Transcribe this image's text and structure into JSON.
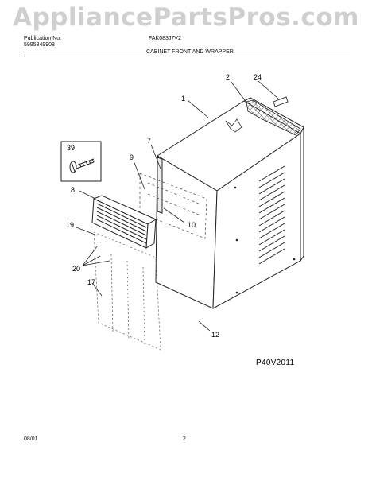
{
  "watermark": "AppliancePartsPros.com",
  "header": {
    "publication_label": "Publication No.",
    "publication_number": "5995349908",
    "model": "FAK083J7V2",
    "section_title": "CABINET FRONT AND WRAPPER"
  },
  "callouts": {
    "c1": "1",
    "c2": "2",
    "c24": "24",
    "c39": "39",
    "c7": "7",
    "c9": "9",
    "c8": "8",
    "c10": "10",
    "c19": "19",
    "c20": "20",
    "c17": "17",
    "c12": "12"
  },
  "diagram_code": "P40V2011",
  "footer": {
    "date": "08/01",
    "page": "2"
  }
}
